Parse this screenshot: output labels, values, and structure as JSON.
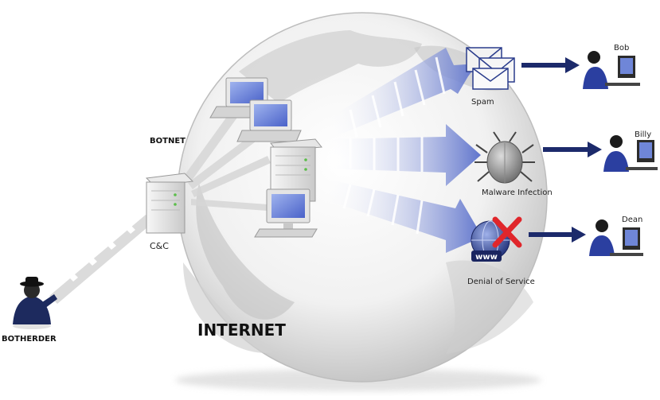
{
  "labels": {
    "botnet": "BOTNET",
    "cc": "C&C",
    "botherder": "BOTHERDER",
    "internet": "INTERNET",
    "spam": "Spam",
    "malware": "Malware Infection",
    "dos": "Denial of Service",
    "bob": "Bob",
    "billy": "Billy",
    "dean": "Dean",
    "www": "www"
  },
  "colors": {
    "arrow_blue": "#6c7fcf",
    "dark_arrow": "#1c2a6b",
    "denial_x": "#e0262b",
    "globe": "#d9d9d9"
  },
  "icons": {
    "spam": "envelope-icon",
    "malware": "bug-icon",
    "dos": "www-globe-icon",
    "victims": "person-at-computer-icon",
    "bots": "laptop-icon",
    "server": "server-icon",
    "botherder": "hacker-icon"
  }
}
